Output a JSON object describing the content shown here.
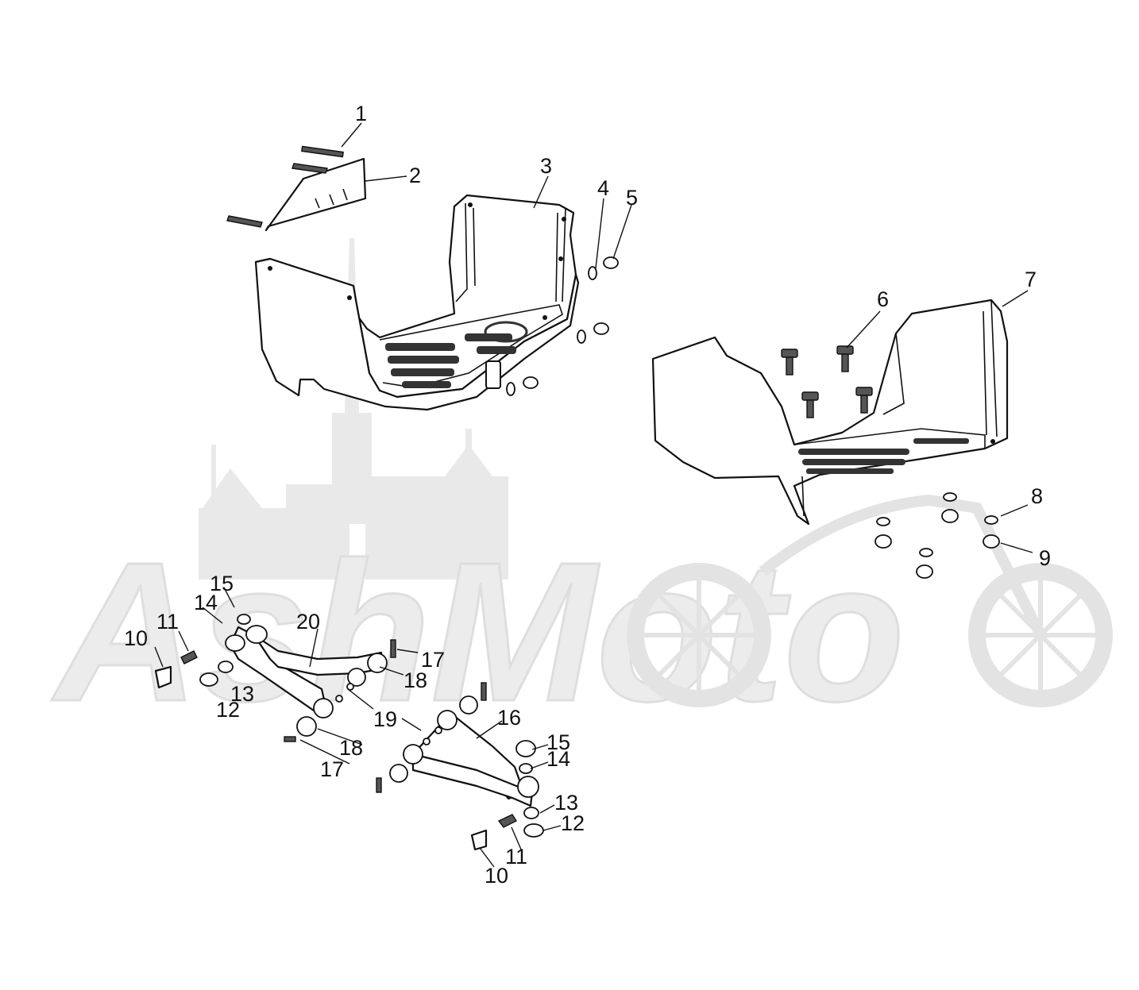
{
  "watermark": {
    "text": "AshMoto"
  },
  "callouts": [
    {
      "id": "c1",
      "text": "1"
    },
    {
      "id": "c2",
      "text": "2"
    },
    {
      "id": "c3",
      "text": "3"
    },
    {
      "id": "c4",
      "text": "4"
    },
    {
      "id": "c5",
      "text": "5"
    },
    {
      "id": "c6",
      "text": "6"
    },
    {
      "id": "c7",
      "text": "7"
    },
    {
      "id": "c8",
      "text": "8"
    },
    {
      "id": "c9",
      "text": "9"
    },
    {
      "id": "c10a",
      "text": "10"
    },
    {
      "id": "c11a",
      "text": "11"
    },
    {
      "id": "c12a",
      "text": "12"
    },
    {
      "id": "c13a",
      "text": "13"
    },
    {
      "id": "c14a",
      "text": "14"
    },
    {
      "id": "c15a",
      "text": "15"
    },
    {
      "id": "c20",
      "text": "20"
    },
    {
      "id": "c17a",
      "text": "17"
    },
    {
      "id": "c18a",
      "text": "18"
    },
    {
      "id": "c19",
      "text": "19"
    },
    {
      "id": "c16",
      "text": "16"
    },
    {
      "id": "c15b",
      "text": "15"
    },
    {
      "id": "c14b",
      "text": "14"
    },
    {
      "id": "c18b",
      "text": "18"
    },
    {
      "id": "c17b",
      "text": "17"
    },
    {
      "id": "c13b",
      "text": "13"
    },
    {
      "id": "c12b",
      "text": "12"
    },
    {
      "id": "c11b",
      "text": "11"
    },
    {
      "id": "c10b",
      "text": "10"
    }
  ]
}
